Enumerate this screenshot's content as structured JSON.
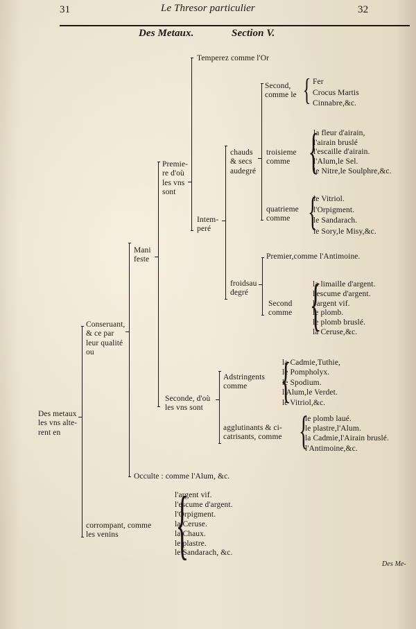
{
  "header": {
    "page_left": "31",
    "running_title": "Le Thresor particulier",
    "page_right": "32",
    "section_title": "Des Metaux.",
    "section_number": "Section V."
  },
  "tree": {
    "root": [
      "Des metaux",
      "les vns alte-",
      "rent en"
    ],
    "conservant": [
      "Conseruant,",
      "& ce par",
      "leur qualité",
      "ou"
    ],
    "manifeste": [
      "Mani",
      "feste"
    ],
    "premiere": [
      "Premie-",
      "re d'où",
      "les vns",
      "sont"
    ],
    "temperez": "Temperez comme l'Or",
    "intempere": [
      "Intem-",
      "peré"
    ],
    "chauds": [
      "chauds",
      "&  secs",
      "audegré"
    ],
    "second_chaud": [
      "Second,",
      "comme le"
    ],
    "second_chaud_items": [
      "Fer",
      "Crocus Martis",
      "Cinnabre,&c."
    ],
    "troisieme": [
      "troisieme",
      "comme"
    ],
    "troisieme_items": [
      "la fleur d'airain,",
      "l'airain bruslé",
      "l'escaille d'airain.",
      "l'Alum,le Sel.",
      "le Nitre,le Soulphre,&c."
    ],
    "quatrieme": [
      "quatrieme",
      "comme"
    ],
    "quatrieme_items": [
      "le Vitriol.",
      "l'Orpigment.",
      "le Sandarach.",
      "le Sory,le Misy,&c."
    ],
    "froids": [
      "froidsau",
      "degré"
    ],
    "premier_froid": "Premier,comme l'Antimoine.",
    "second_froid": [
      "Second",
      "comme"
    ],
    "second_froid_items": [
      "la limaille d'argent.",
      "l'escume d'argent.",
      "l'argent vif.",
      "le plomb.",
      "le plomb bruslé.",
      "la Ceruse,&c."
    ],
    "seconde": [
      "Seconde, d'où",
      "les vns sont"
    ],
    "adstringents": [
      "Adstringents",
      "comme"
    ],
    "adstringents_items": [
      "la Cadmie,Tuthie,",
      "le Pompholyx.",
      "le Spodium.",
      "l'Alum,le Verdet.",
      "le Vitriol,&c."
    ],
    "agglutinants": [
      "agglutinants & ci-",
      "catrisants, comme"
    ],
    "agglutinants_items": [
      "le plomb laué.",
      "le plastre,l'Alum.",
      "la Cadmie,l'Airain bruslé.",
      "l'Antimoine,&c."
    ],
    "occulte": "Occulte : comme l'Alum, &c.",
    "corrompant": [
      "corrompant, comme",
      "les venins"
    ],
    "corrompant_items": [
      "l'argent vif.",
      "l'escume d'argent.",
      "l'Orpigment.",
      "la Ceruse.",
      "la Chaux.",
      "le plastre.",
      "le Sandarach, &c."
    ]
  },
  "catchword": "Des Me-"
}
